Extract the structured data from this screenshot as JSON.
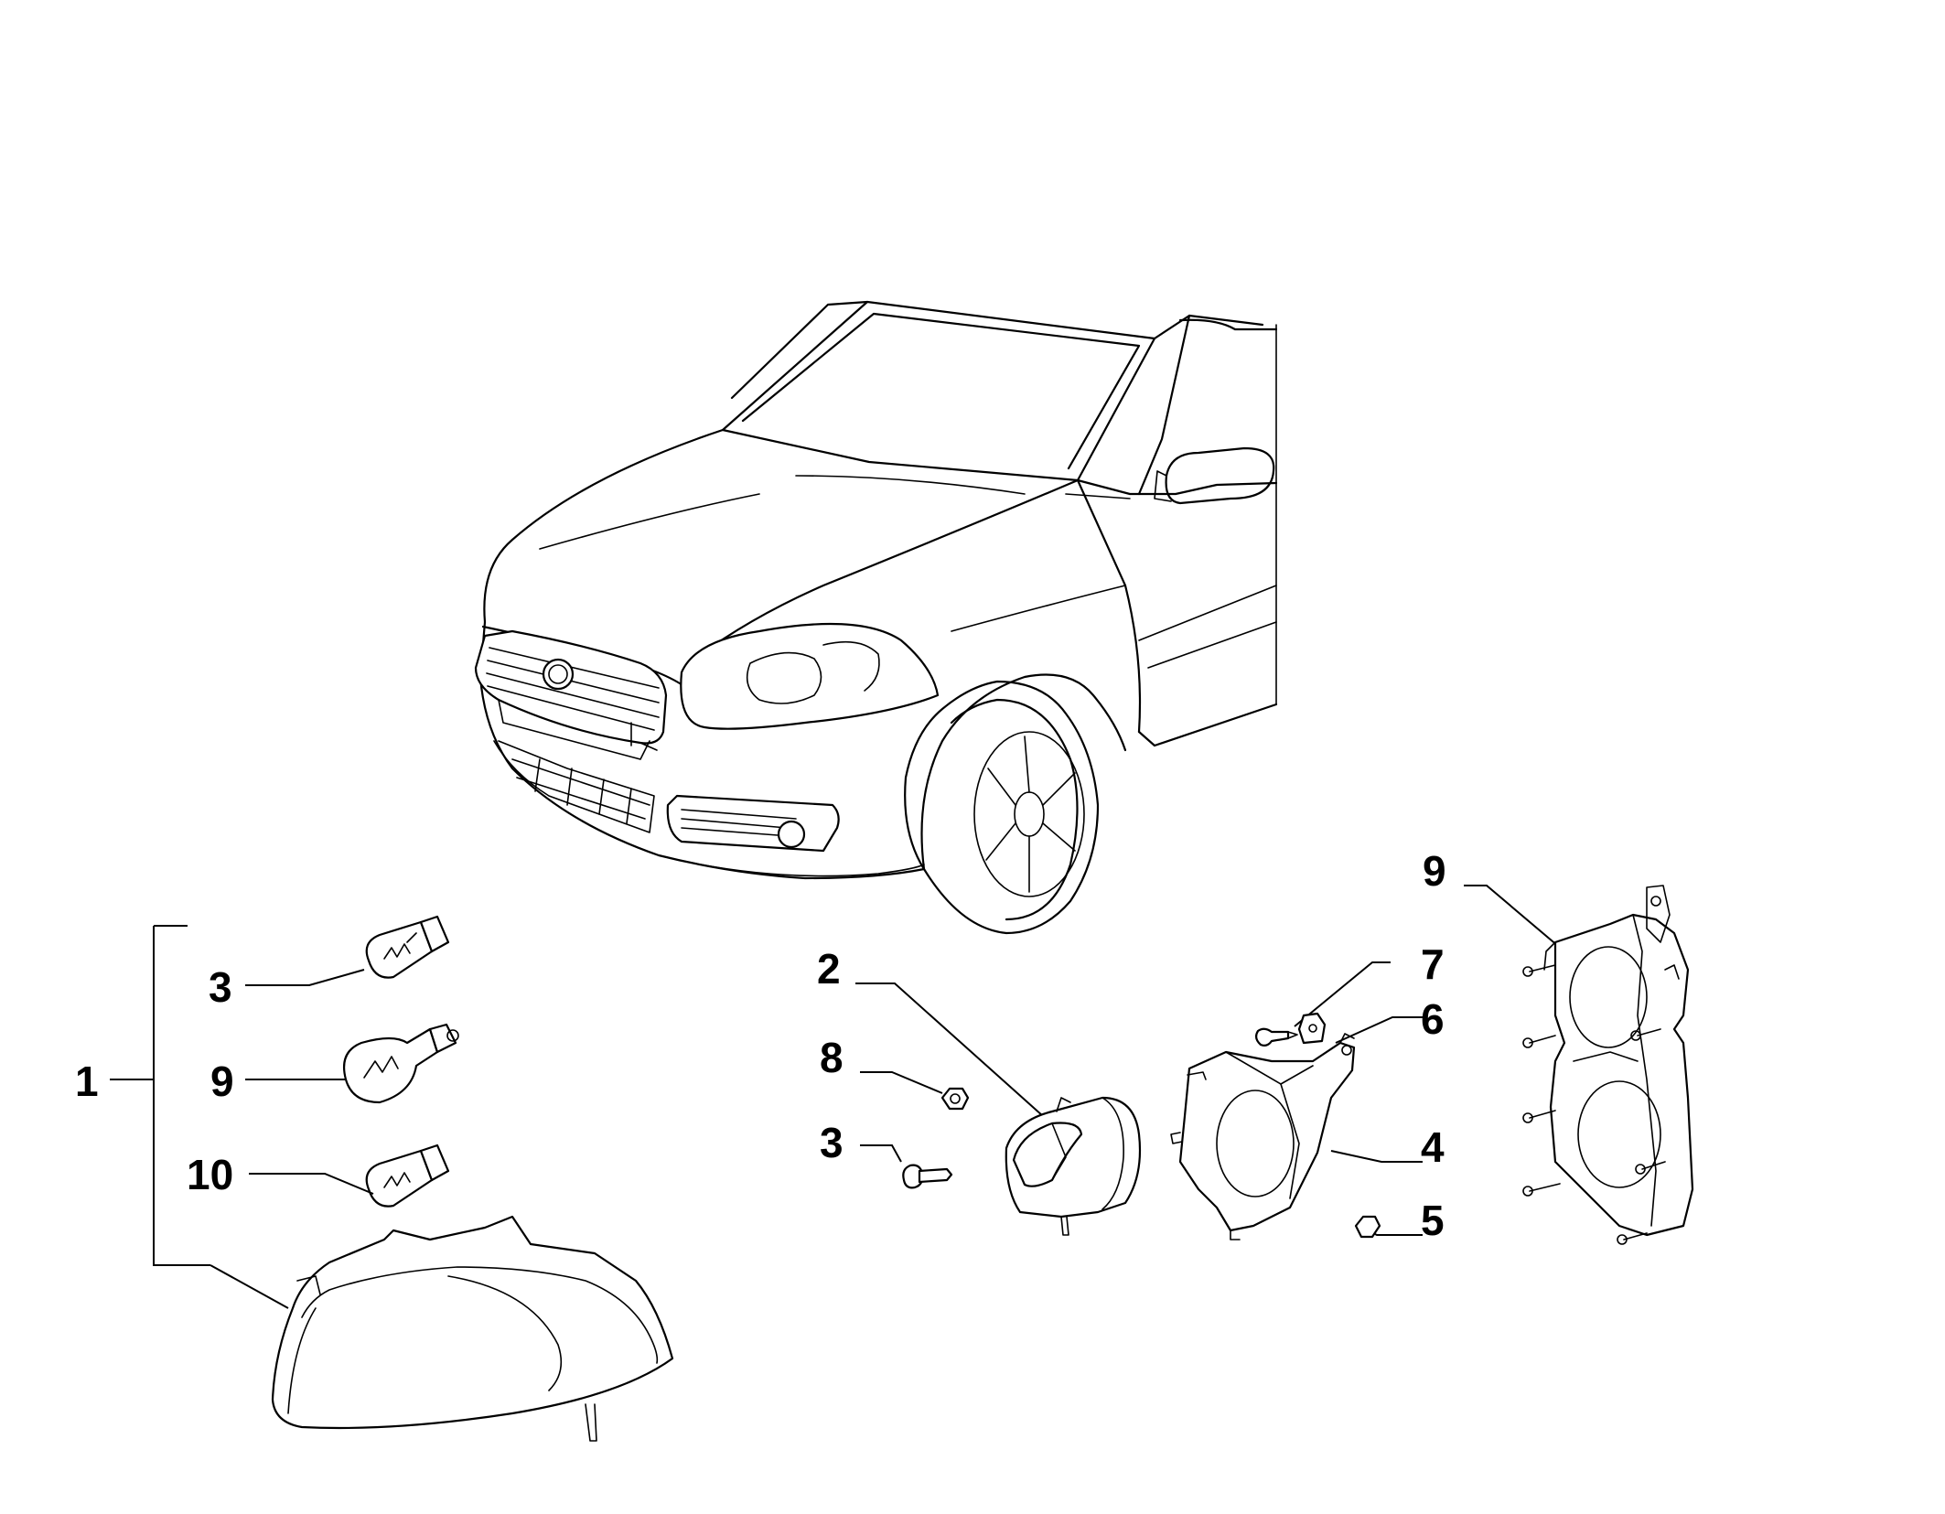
{
  "callouts": {
    "c1": "1",
    "c2": "2",
    "c3_bulb": "3",
    "c3_part": "3",
    "c4": "4",
    "c5": "5",
    "c6": "6",
    "c7": "7",
    "c8": "8",
    "c9_bulb": "9",
    "c9_bracket": "9",
    "c10": "10"
  },
  "colors": {
    "line": "#000000",
    "background": "#ffffff"
  },
  "icons": [
    "car-illustration",
    "bulb-icon",
    "headlamp-icon",
    "fog-lamp-icon",
    "bracket-icon",
    "screw-icon",
    "nut-icon",
    "clip-icon"
  ]
}
